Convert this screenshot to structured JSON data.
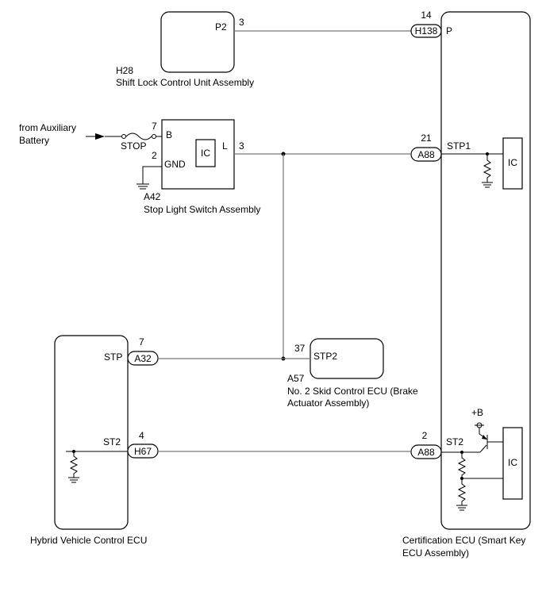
{
  "components": {
    "shift_lock": {
      "code": "H28",
      "name": "Shift Lock Control Unit Assembly",
      "pin_name": "P2",
      "pin_no": "3"
    },
    "stop_switch": {
      "code": "A42",
      "name": "Stop Light Switch Assembly",
      "pin_b_name": "B",
      "pin_b_no": "7",
      "pin_gnd_name": "GND",
      "pin_gnd_no": "2",
      "pin_l_name": "L",
      "pin_l_no": "3",
      "ic_label": "IC"
    },
    "skid_ecu": {
      "code": "A57",
      "name_line1": "No. 2 Skid Control ECU (Brake",
      "name_line2": "Actuator Assembly)",
      "pin_name": "STP2",
      "pin_no": "37"
    },
    "hybrid_ecu": {
      "name": "Hybrid Vehicle Control ECU",
      "pin_stp_name": "STP",
      "pin_stp_no": "7",
      "pin_stp_conn": "A32",
      "pin_st2_name": "ST2",
      "pin_st2_no": "4",
      "pin_st2_conn": "H67"
    },
    "cert_ecu": {
      "name_line1": "Certification ECU (Smart Key",
      "name_line2": "ECU Assembly)",
      "pin_p_name": "P",
      "pin_p_no": "14",
      "pin_p_conn": "H138",
      "pin_stp1_name": "STP1",
      "pin_stp1_no": "21",
      "pin_stp1_conn": "A88",
      "pin_st2_name": "ST2",
      "pin_st2_no": "2",
      "pin_st2_conn": "A88",
      "ic_label": "IC",
      "supply_label": "+B"
    }
  },
  "source": {
    "line1": "from Auxiliary",
    "line2": "Battery",
    "fuse_label": "STOP"
  }
}
